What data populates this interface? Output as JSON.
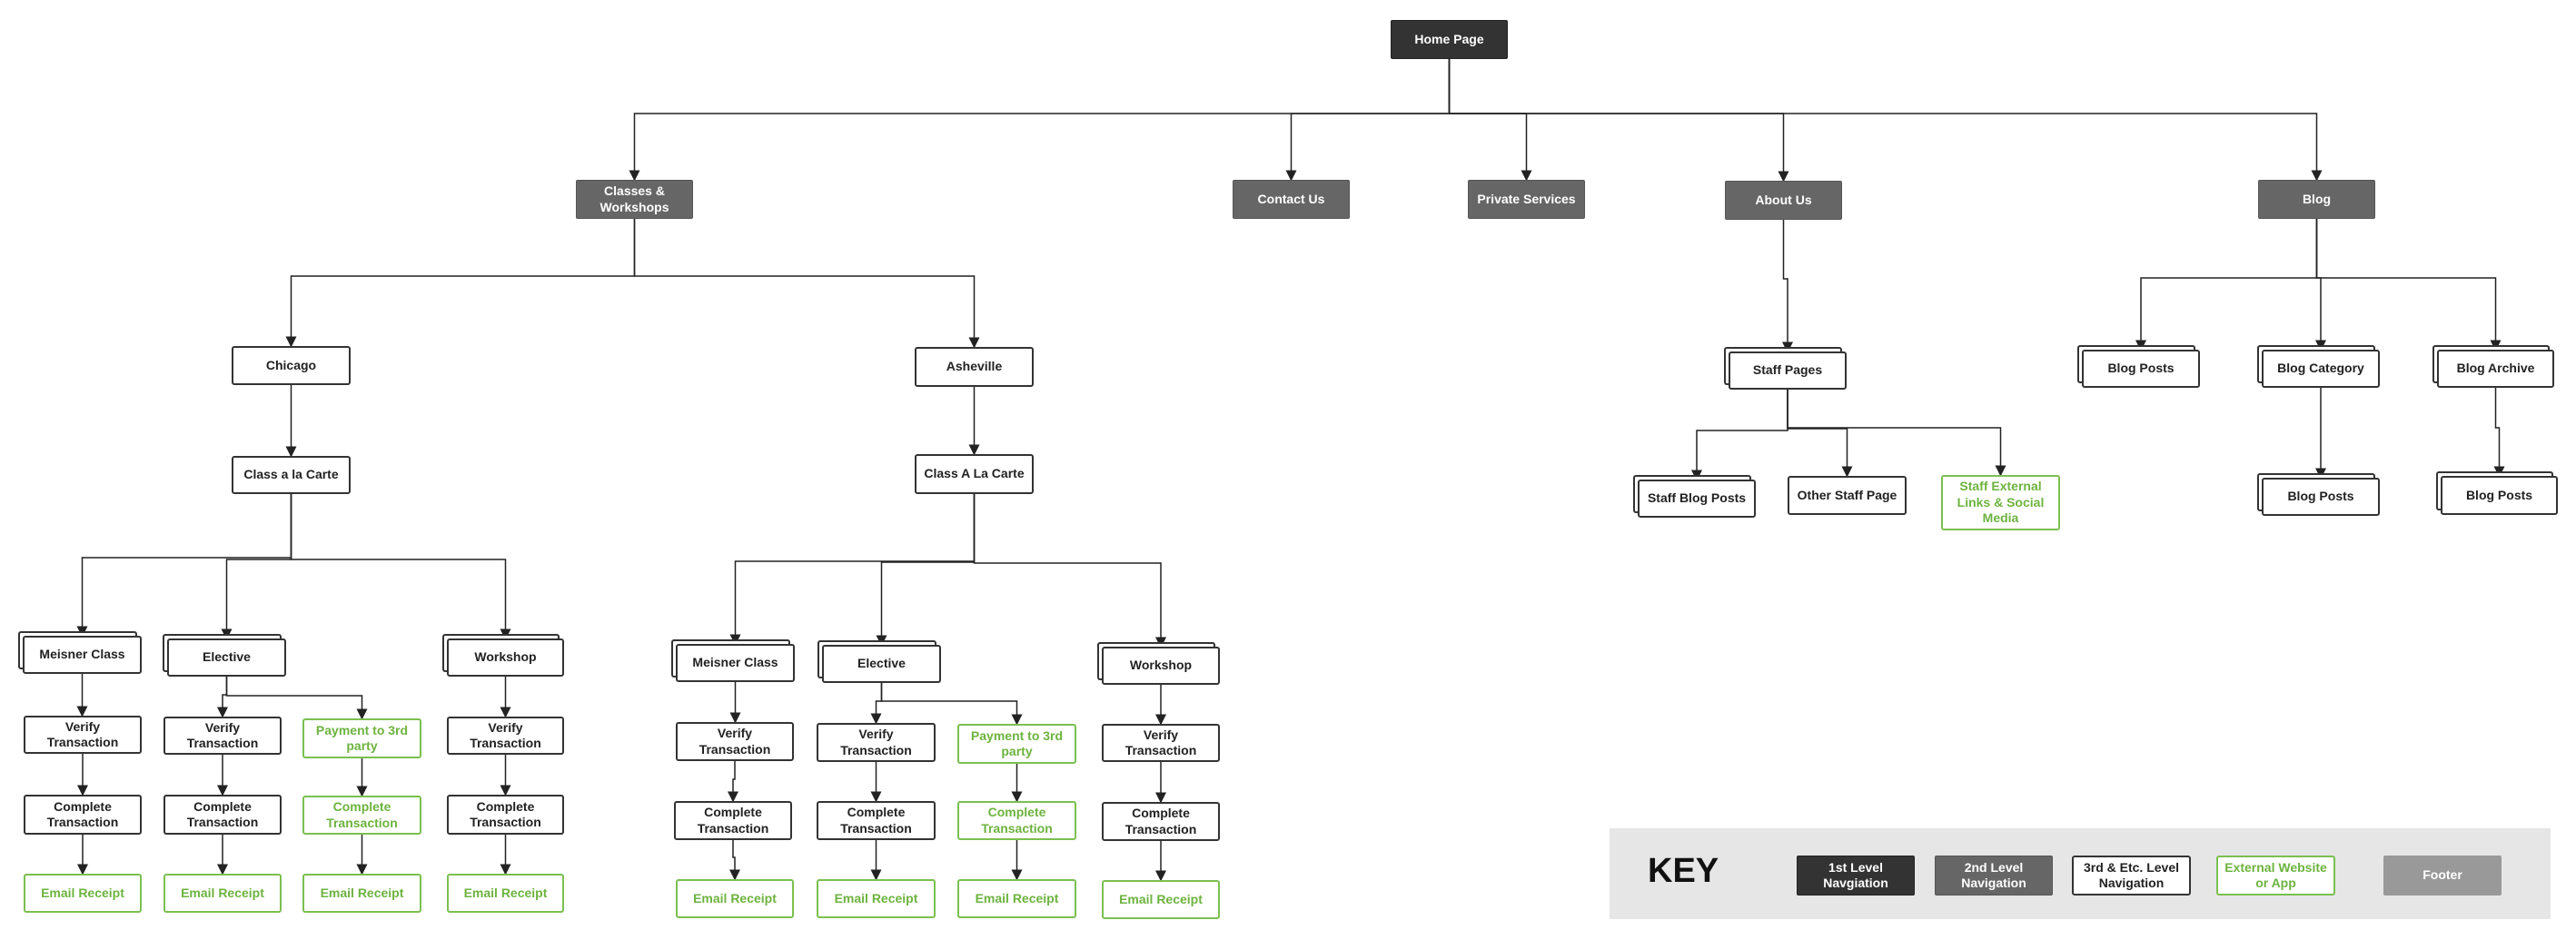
{
  "colors": {
    "level1": "#333333",
    "level2": "#666666",
    "level3_border": "#333333",
    "external": "#6db33f",
    "footer": "#999999",
    "connector": "#222222",
    "key_background": "#e6e6e6"
  },
  "nodes": {
    "home": "Home Page",
    "classes": "Classes & Workshops",
    "contact": "Contact Us",
    "private": "Private Services",
    "about": "About Us",
    "blog": "Blog",
    "chicago": "Chicago",
    "asheville": "Asheville",
    "chi_carte": "Class a la Carte",
    "ash_carte": "Class A La Carte",
    "staff_pages": "Staff Pages",
    "staff_blog": "Staff Blog Posts",
    "other_staff": "Other Staff Page",
    "staff_ext": "Staff External Links & Social Media",
    "blog_posts": "Blog Posts",
    "blog_category": "Blog Category",
    "blog_archive": "Blog Archive",
    "cat_posts": "Blog Posts",
    "arch_posts": "Blog Posts",
    "c_meisner": "Meisner Class",
    "c_elective": "Elective",
    "c_workshop": "Workshop",
    "c_m_verify": "Verify Transaction",
    "c_e_verify": "Verify Transaction",
    "c_e_pay": "Payment to 3rd party",
    "c_w_verify": "Verify Transaction",
    "c_m_complete": "Complete Transaction",
    "c_e_complete": "Complete Transaction",
    "c_p_complete": "Complete Transaction",
    "c_w_complete": "Complete Transaction",
    "c_m_email": "Email Receipt",
    "c_e_email": "Email Receipt",
    "c_p_email": "Email Receipt",
    "c_w_email": "Email Receipt",
    "a_meisner": "Meisner Class",
    "a_elective": "Elective",
    "a_workshop": "Workshop",
    "a_m_verify": "Verify Transaction",
    "a_e_verify": "Verify Transaction",
    "a_e_pay": "Payment to 3rd party",
    "a_w_verify": "Verify Transaction",
    "a_m_complete": "Complete Transaction",
    "a_e_complete": "Complete Transaction",
    "a_p_complete": "Complete Transaction",
    "a_w_complete": "Complete Transaction",
    "a_m_email": "Email Receipt",
    "a_e_email": "Email Receipt",
    "a_p_email": "Email Receipt",
    "a_w_email": "Email Receipt"
  },
  "key": {
    "title": "KEY",
    "level1": "1st Level Navgiation",
    "level2": "2nd Level Navigation",
    "level3": "3rd & Etc. Level Navigation",
    "external": "External Website or App",
    "footer": "Footer"
  },
  "connections": [
    [
      "home",
      "classes"
    ],
    [
      "home",
      "contact"
    ],
    [
      "home",
      "private"
    ],
    [
      "home",
      "about"
    ],
    [
      "home",
      "blog"
    ],
    [
      "classes",
      "chicago"
    ],
    [
      "classes",
      "asheville"
    ],
    [
      "chicago",
      "chi_carte"
    ],
    [
      "asheville",
      "ash_carte"
    ],
    [
      "chi_carte",
      "c_meisner"
    ],
    [
      "chi_carte",
      "c_elective"
    ],
    [
      "chi_carte",
      "c_workshop"
    ],
    [
      "c_meisner",
      "c_m_verify"
    ],
    [
      "c_m_verify",
      "c_m_complete"
    ],
    [
      "c_m_complete",
      "c_m_email"
    ],
    [
      "c_elective",
      "c_e_verify"
    ],
    [
      "c_elective",
      "c_e_pay"
    ],
    [
      "c_e_verify",
      "c_e_complete"
    ],
    [
      "c_e_complete",
      "c_e_email"
    ],
    [
      "c_e_pay",
      "c_p_complete"
    ],
    [
      "c_p_complete",
      "c_p_email"
    ],
    [
      "c_workshop",
      "c_w_verify"
    ],
    [
      "c_w_verify",
      "c_w_complete"
    ],
    [
      "c_w_complete",
      "c_w_email"
    ],
    [
      "ash_carte",
      "a_meisner"
    ],
    [
      "ash_carte",
      "a_elective"
    ],
    [
      "ash_carte",
      "a_workshop"
    ],
    [
      "a_meisner",
      "a_m_verify"
    ],
    [
      "a_m_verify",
      "a_m_complete"
    ],
    [
      "a_m_complete",
      "a_m_email"
    ],
    [
      "a_elective",
      "a_e_verify"
    ],
    [
      "a_elective",
      "a_e_pay"
    ],
    [
      "a_e_verify",
      "a_e_complete"
    ],
    [
      "a_e_complete",
      "a_e_email"
    ],
    [
      "a_e_pay",
      "a_p_complete"
    ],
    [
      "a_p_complete",
      "a_p_email"
    ],
    [
      "a_workshop",
      "a_w_verify"
    ],
    [
      "a_w_verify",
      "a_w_complete"
    ],
    [
      "a_w_complete",
      "a_w_email"
    ],
    [
      "about",
      "staff_pages"
    ],
    [
      "staff_pages",
      "staff_blog"
    ],
    [
      "staff_pages",
      "other_staff"
    ],
    [
      "staff_pages",
      "staff_ext"
    ],
    [
      "blog",
      "blog_posts"
    ],
    [
      "blog",
      "blog_category"
    ],
    [
      "blog",
      "blog_archive"
    ],
    [
      "blog_category",
      "cat_posts"
    ],
    [
      "blog_archive",
      "arch_posts"
    ]
  ]
}
